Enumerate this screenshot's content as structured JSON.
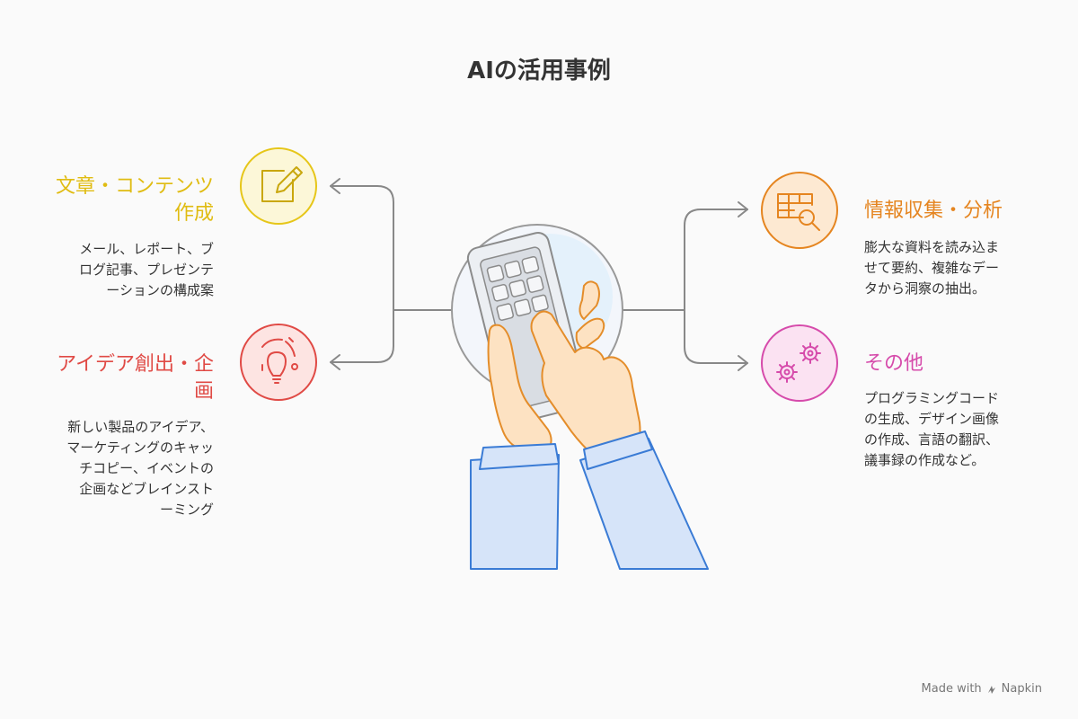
{
  "title": "AIの活用事例",
  "colors": {
    "yellow": "#e6c619",
    "red": "#e04a45",
    "orange": "#e58520",
    "pink": "#d64bab",
    "line": "#888888",
    "hand_fill": "#fde2c2",
    "hand_stroke": "#e48d2a",
    "sleeve_fill": "#d6e4f9",
    "sleeve_stroke": "#3a7bd5"
  },
  "items": [
    {
      "key": "content",
      "title_lines": [
        "文章・コンテンツ",
        "作成"
      ],
      "desc_lines": [
        "メール、レポート、ブ",
        "ログ記事、プレゼンテ",
        "ーションの構成案"
      ],
      "icon": "edit-icon",
      "color": "#e6c619"
    },
    {
      "key": "ideas",
      "title_lines": [
        "アイデア創出・企",
        "画"
      ],
      "desc_lines": [
        "新しい製品のアイデア、",
        "マーケティングのキャッ",
        "チコピー、イベントの",
        "企画などブレインスト",
        "ーミング"
      ],
      "icon": "lightbulb-icon",
      "color": "#e04a45"
    },
    {
      "key": "research",
      "title_lines": [
        "情報収集・分析"
      ],
      "desc_lines": [
        "膨大な資料を読み込ま",
        "せて要約、複雑なデー",
        "タから洞察の抽出。"
      ],
      "icon": "data-search-icon",
      "color": "#e58520"
    },
    {
      "key": "other",
      "title_lines": [
        "その他"
      ],
      "desc_lines": [
        "プログラミングコード",
        "の生成、デザイン画像",
        "の作成、言語の翻訳、",
        "議事録の作成など。"
      ],
      "icon": "gears-icon",
      "color": "#d64bab"
    }
  ],
  "center_illustration": "hands-smartphone-icon",
  "footer": {
    "made_with": "Made with",
    "brand": "Napkin"
  }
}
